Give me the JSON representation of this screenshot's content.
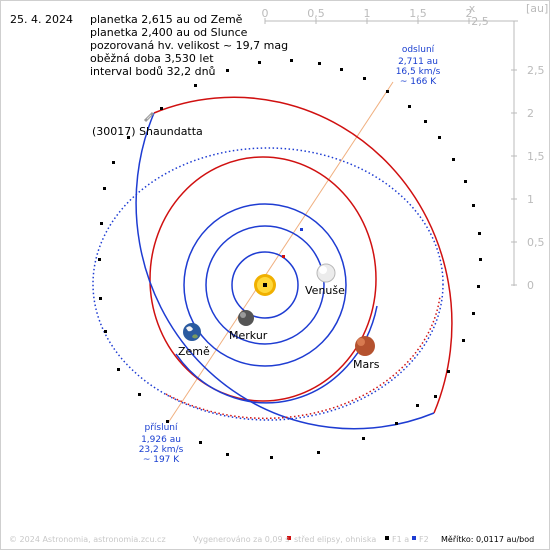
{
  "date": "25. 4. 2024",
  "info_lines": [
    "planetka 2,615 au od Země",
    "planetka 2,400 au od Slunce",
    "pozorovaná hv. velikost ~ 19,7 mag",
    "oběžná doba 3,530 let",
    "interval bodů 32,2 dnů"
  ],
  "asteroid_name": "(30017) Shaundatta",
  "planets": [
    "Merkur",
    "Venuše",
    "Země",
    "Mars"
  ],
  "aphelion": [
    "odsluní",
    "2,711 au",
    "16,5 km/s",
    "~ 166 K"
  ],
  "perihelion": [
    "přísluní",
    "1,926 au",
    "23,2 km/s",
    "~ 197 K"
  ],
  "axes": {
    "x_ticks": [
      "0",
      "0,5",
      "1",
      "1,5",
      "2",
      "2,5"
    ],
    "y_ticks": [
      "2,5",
      "2",
      "1,5",
      "1",
      "0,5",
      "0"
    ],
    "x_label": "x",
    "unit": "[au]"
  },
  "footer": {
    "copyright": "© 2024 Astronomia, astronomia.zcu.cz",
    "generated": "Vygenerováno za 0,09 s",
    "legend_center": "střed elipsy, ohniska",
    "legend_f1": "F1 a",
    "legend_f2": "F2",
    "scale": "Měřítko: 0,0117 au/bod"
  },
  "colors": {
    "orbit_above": "#d01010",
    "orbit_below": "#1e3cd2",
    "label_blue": "#1a3fd0",
    "apsis_line": "#f0b080",
    "axis_gray": "#bbbbbb"
  }
}
